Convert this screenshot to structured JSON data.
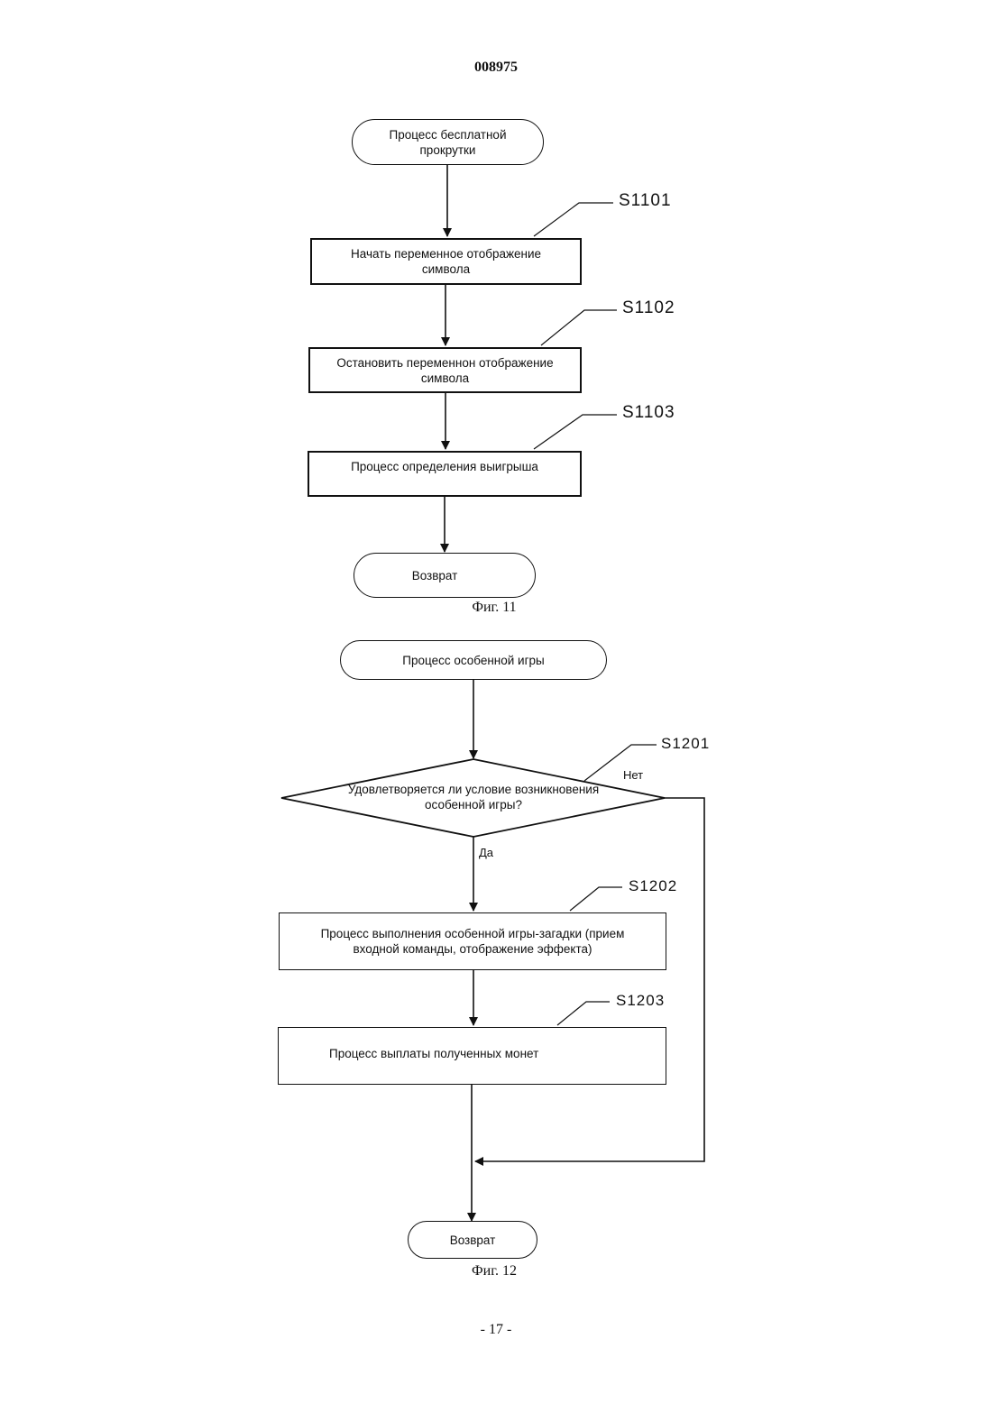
{
  "header": {
    "doc_number": "008975"
  },
  "fig11": {
    "start": "Процесс бесплатной прокрутки",
    "s1101": {
      "id": "S1101",
      "text": "Начать переменное отображение символа"
    },
    "s1102": {
      "id": "S1102",
      "text": "Остановить переменнон отображение символа"
    },
    "s1103": {
      "id": "S1103",
      "text": "Процесс определения выигрыша"
    },
    "end": "Возврат",
    "caption": "Фиг. 11"
  },
  "fig12": {
    "start": "Процесс особенной игры",
    "s1201": {
      "id": "S1201",
      "question": "Удовлетворяется ли условие возникновения особенной игры?",
      "yes": "Да",
      "no": "Нет"
    },
    "s1202": {
      "id": "S1202",
      "text": "Процесс выполнения особенной игры-загадки (прием входной команды, отображение эффекта)"
    },
    "s1203": {
      "id": "S1203",
      "text": "Процесс выплаты полученных монет"
    },
    "end": "Возврат",
    "caption": "Фиг. 12"
  },
  "footer": {
    "page_number": "- 17 -"
  }
}
